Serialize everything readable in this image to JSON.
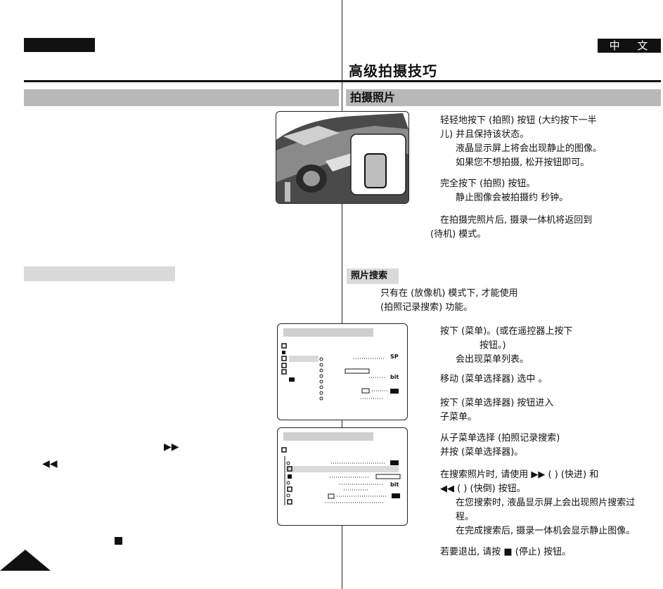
{
  "header": {
    "language_badge": "中 文",
    "page_title": "高级拍摄技巧"
  },
  "section_photo": {
    "title": "拍摄照片",
    "steps": [
      {
        "lines": [
          "轻轻地按下          (拍照) 按钮 (大约按下一半",
          "儿) 并且保持该状态。"
        ]
      },
      {
        "lines": [
          "液晶显示屏上将会出现静止的图像。",
          "如果您不想拍摄, 松开按钮即可。"
        ],
        "indent": true
      },
      {
        "lines": [
          "完全按下          (拍照) 按钮。"
        ]
      },
      {
        "lines": [
          "静止图像会被拍摄约    秒钟。"
        ],
        "indent": true
      },
      {
        "lines": [
          "在拍摄完照片后, 摄录一体机将返回到",
          "(待机) 模式。"
        ]
      }
    ]
  },
  "section_search": {
    "title": "照片搜索",
    "intro": [
      "只有在          (放像机) 模式下, 才能使用",
      "(拍照记录搜索) 功能。"
    ],
    "step1": [
      "按下          (菜单)。(或在遥控器上按下",
      "按钮。)"
    ],
    "step1_note": "会出现菜单列表。",
    "step2": "移动                            (菜单选择器) 选中     。",
    "step3": [
      "按下                            (菜单选择器) 按钮进入",
      "子菜单。"
    ],
    "step4": [
      "从子菜单选择                    (拍照记录搜索)",
      "并按                     (菜单选择器)。"
    ],
    "step5": [
      "在搜索照片时, 请使用 ▶▶ (   ) (快进) 和",
      "◀◀ (      ) (快倒) 按钮。"
    ],
    "step5_notes": [
      "在您搜索时, 液晶显示屏上会出现照片搜索过",
      "程。",
      "在完成搜索后, 摄录一体机会显示静止图像。"
    ],
    "step6": "若要退出, 请按 ■ (停止) 按钮。"
  },
  "menu_screen": {
    "values": [
      "SP",
      "bit",
      ""
    ]
  },
  "icons": {
    "fast_forward": "▶▶",
    "rewind": "◀◀"
  }
}
